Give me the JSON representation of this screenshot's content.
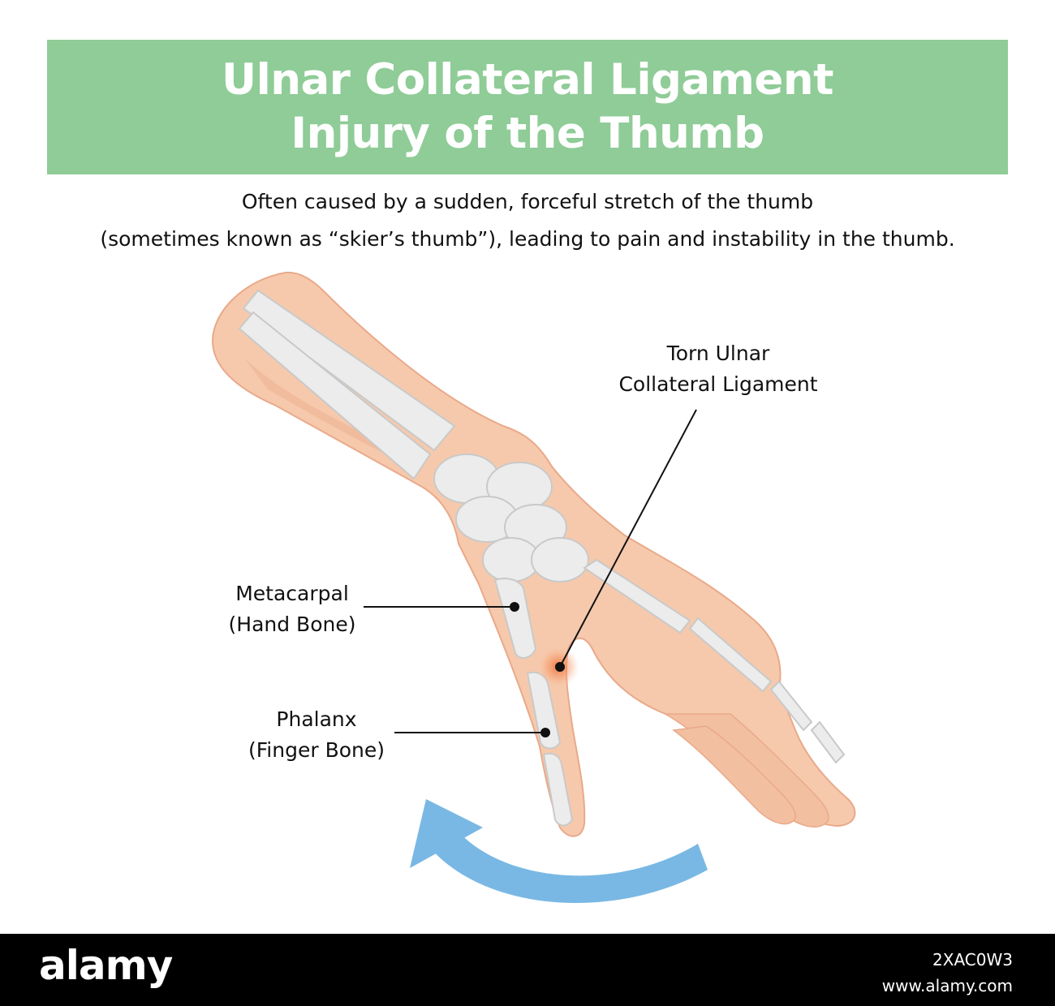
{
  "title": {
    "line1": "Ulnar Collateral Ligament",
    "line2": "Injury of the Thumb"
  },
  "subtitle": {
    "line1": "Often caused by a sudden, forceful stretch of the thumb",
    "line2": "(sometimes known as “skier’s thumb”), leading to pain and instability in the thumb."
  },
  "labels": {
    "ucl_line1": "Torn Ulnar",
    "ucl_line2": "Collateral Ligament",
    "metacarpal_line1": "Metacarpal",
    "metacarpal_line2": "(Hand Bone)",
    "phalanx_line1": "Phalanx",
    "phalanx_line2": "(Finger Bone)"
  },
  "footer": {
    "logo": "alamy",
    "image_id": "2XAC0W3",
    "url": "www.alamy.com"
  },
  "colors": {
    "banner": "#8fcc97",
    "skin": "#f6c9ac",
    "bone": "#ececec",
    "arrow": "#79b8e4",
    "injury": "#ee7740"
  }
}
